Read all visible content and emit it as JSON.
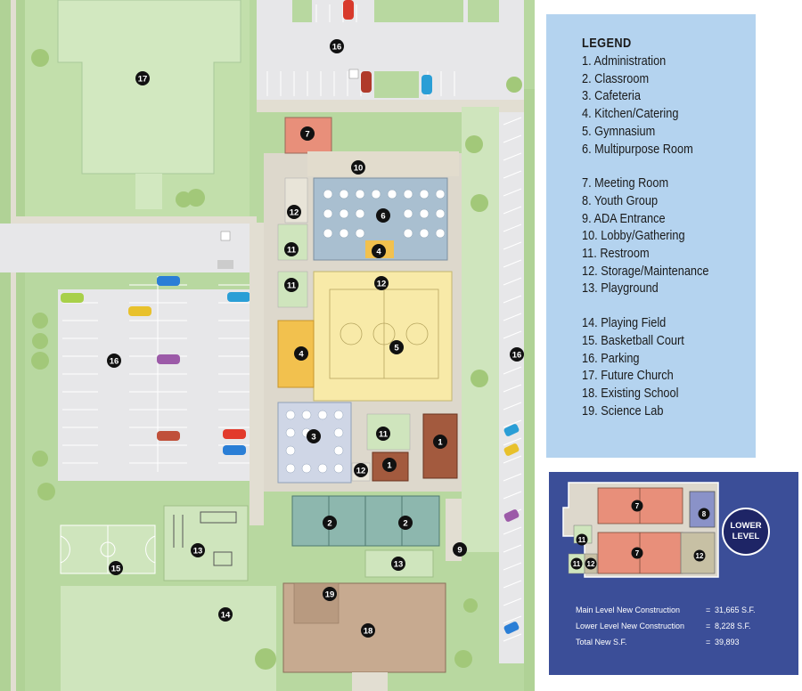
{
  "legend": {
    "title": "LEGEND",
    "items": [
      "1. Administration",
      "2. Classroom",
      "3. Cafeteria",
      "4. Kitchen/Catering",
      "5. Gymnasium",
      "6. Multipurpose Room",
      "7. Meeting Room",
      "8. Youth Group",
      "9. ADA Entrance",
      "10. Lobby/Gathering",
      "11. Restroom",
      "12. Storage/Maintenance",
      "13. Playground",
      "14. Playing Field",
      "15. Basketball Court",
      "16. Parking",
      "17. Future Church",
      "18. Existing School",
      "19. Science Lab"
    ]
  },
  "lower_level": {
    "badge_line1": "LOWER",
    "badge_line2": "LEVEL",
    "rooms": [
      "7",
      "7",
      "8",
      "12",
      "11",
      "11",
      "12"
    ]
  },
  "stats": [
    {
      "label": "Main Level New Construction",
      "eq": "=",
      "value": "31,665 S.F."
    },
    {
      "label": "Lower Level New Construction",
      "eq": "=",
      "value": "8,228 S.F."
    },
    {
      "label": "Total New S.F.",
      "eq": "=",
      "value": "39,893"
    }
  ],
  "map_markers": {
    "parking_top": "16",
    "future_church": "17",
    "meeting_room": "7",
    "lobby": "10",
    "multipurpose": "6",
    "storage_a": "12",
    "restroom_a": "11",
    "kitchen_small": "4",
    "storage_b": "12",
    "restroom_b": "11",
    "parking_left": "16",
    "kitchen": "4",
    "gymnasium": "5",
    "parking_right": "16",
    "cafeteria": "3",
    "restroom_c": "11",
    "admin_a": "1",
    "admin_b": "1",
    "storage_c": "12",
    "classroom_a": "2",
    "classroom_b": "2",
    "ada_entrance": "9",
    "playground_a": "13",
    "playground_b": "13",
    "basketball": "15",
    "science_lab": "19",
    "playing_field": "14",
    "existing_school": "18"
  },
  "colors": {
    "grass": "#b8d8a0",
    "light_grass": "#cfe5bd",
    "church": "#c9e2b0",
    "pavement": "#e7e7e9",
    "walkway": "#ddd8cc",
    "multipurpose": "#a9bfd0",
    "gym": "#f8eaa8",
    "kitchen": "#f2c14e",
    "cafeteria": "#cfd6e6",
    "admin": "#a35a3e",
    "meeting": "#e88f7a",
    "classroom": "#8db7ae",
    "existing_school": "#c7aa90",
    "legend_bg": "#b4d3ef",
    "lower_bg": "#3b4e98"
  }
}
